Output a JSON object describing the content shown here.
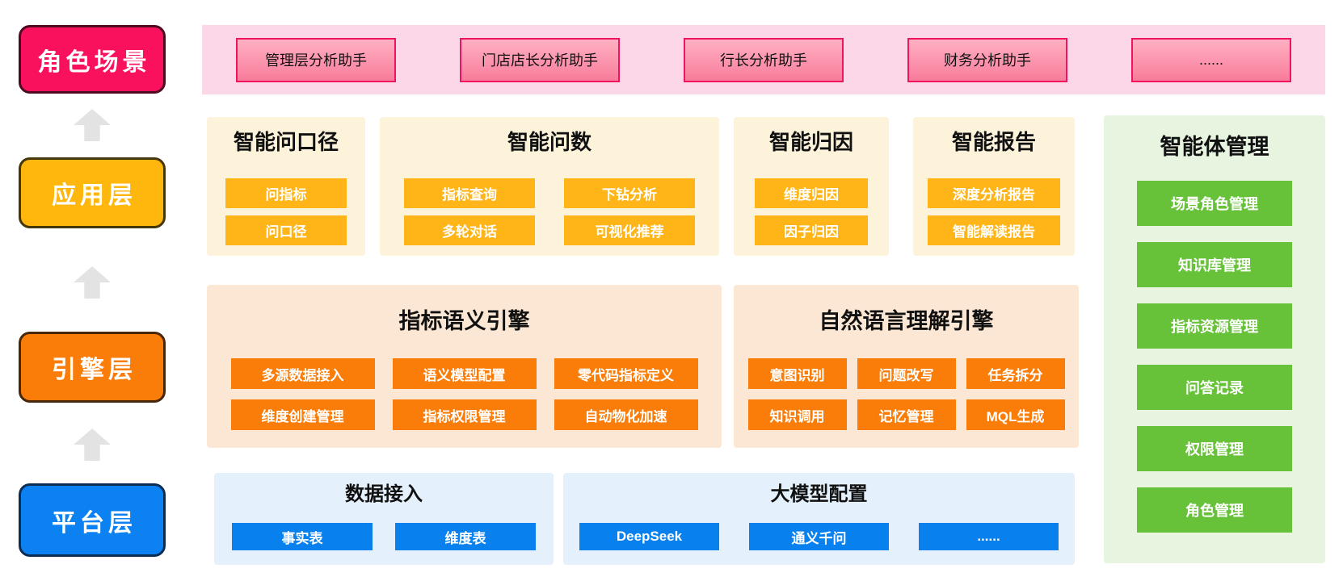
{
  "layers": [
    {
      "label": "角色场景"
    },
    {
      "label": "应用层"
    },
    {
      "label": "引擎层"
    },
    {
      "label": "平台层"
    }
  ],
  "role_scene_band": {
    "items": [
      "管理层分析助手",
      "门店店长分析助手",
      "行长分析助手",
      "财务分析助手",
      "......"
    ]
  },
  "application_panels": [
    {
      "title": "智能问口径",
      "items": [
        "问指标",
        "问口径"
      ]
    },
    {
      "title": "智能问数",
      "items": [
        "指标查询",
        "下钻分析",
        "多轮对话",
        "可视化推荐"
      ]
    },
    {
      "title": "智能归因",
      "items": [
        "维度归因",
        "因子归因"
      ]
    },
    {
      "title": "智能报告",
      "items": [
        "深度分析报告",
        "智能解读报告"
      ]
    }
  ],
  "engine_panels": [
    {
      "title": "指标语义引擎",
      "items": [
        "多源数据接入",
        "语义模型配置",
        "零代码指标定义",
        "维度创建管理",
        "指标权限管理",
        "自动物化加速"
      ]
    },
    {
      "title": "自然语言理解引擎",
      "items": [
        "意图识别",
        "问题改写",
        "任务拆分",
        "知识调用",
        "记忆管理",
        "MQL生成"
      ]
    }
  ],
  "platform_panels": [
    {
      "title": "数据接入",
      "items": [
        "事实表",
        "维度表"
      ]
    },
    {
      "title": "大模型配置",
      "items": [
        "DeepSeek",
        "通义千问",
        "......"
      ]
    }
  ],
  "agent_management": {
    "title": "智能体管理",
    "items": [
      "场景角色管理",
      "知识库管理",
      "指标资源管理",
      "问答记录",
      "权限管理",
      "角色管理"
    ]
  },
  "colors": {
    "role_scene_box": "#F9115E",
    "application_box": "#FFB60D",
    "engine_box": "#FB7D09",
    "platform_box": "#0C82F2",
    "pink_band_bg": "#FBD7E7",
    "pink_button_border": "#F0145E",
    "cream_panel_bg": "#FDF3DB",
    "amber_button": "#FFB517",
    "peach_panel_bg": "#FBE7D3",
    "orange_button": "#FB7D09",
    "blue_panel_bg": "#E4F0FB",
    "blue_button": "#0881EE",
    "green_panel_bg": "#E7F4DF",
    "green_button": "#67C23A",
    "arrow_gray": "#E3E3E3"
  }
}
